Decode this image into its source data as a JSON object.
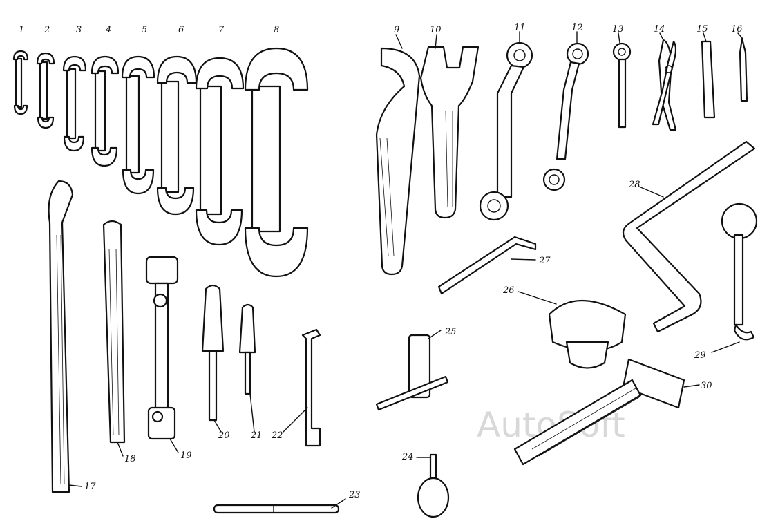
{
  "watermark": "AutoSoft",
  "labels": [
    "1",
    "2",
    "3",
    "4",
    "5",
    "6",
    "7",
    "8",
    "9",
    "10",
    "11",
    "12",
    "13",
    "14",
    "15",
    "16",
    "17",
    "18",
    "19",
    "20",
    "21",
    "22",
    "23",
    "24",
    "25",
    "26",
    "27",
    "28",
    "29",
    "30"
  ],
  "colors": {
    "ink": "#111111",
    "paper": "#ffffff",
    "watermark": "#d8d8d8"
  }
}
